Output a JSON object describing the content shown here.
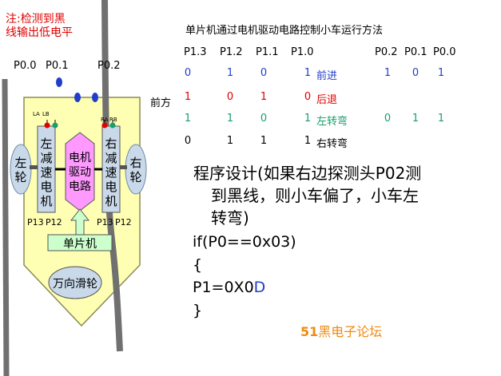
{
  "note": {
    "line1": "注:检测到黑",
    "line2": "线输出低电平"
  },
  "pins": {
    "p00": "P0.0",
    "p01": "P0.1",
    "p02": "P0.2"
  },
  "forward": "前方",
  "robot": {
    "left_wheel": "左轮",
    "right_wheel": "右轮",
    "left_motor": "左减速电机",
    "right_motor": "右减速电机",
    "driver": "电机驱动电路",
    "mcu": "单片机",
    "caster": "万向滑轮",
    "la": "LA",
    "lb": "LB",
    "ra": "RA",
    "rb": "RB",
    "p13_left": "P13",
    "p12_left": "P12",
    "p13_right": "P13",
    "p12_right": "P12"
  },
  "table": {
    "title": "单片机通过电机驱动电路控制小车运行方法",
    "headers": [
      "P1.3",
      "P1.2",
      "P1.1",
      "P1.0",
      "P0.2",
      "P0.1",
      "P0.0"
    ],
    "rows": [
      {
        "p13": "0",
        "p12": "1",
        "p11": "0",
        "p10": "1",
        "action": "前进",
        "p02": "1",
        "p01": "0",
        "p00": "1",
        "color": "#1f3ec9"
      },
      {
        "p13": "1",
        "p12": "0",
        "p11": "1",
        "p10": "0",
        "action": "后退",
        "p02": "",
        "p01": "",
        "p00": "",
        "color": "#e00000"
      },
      {
        "p13": "1",
        "p12": "1",
        "p11": "0",
        "p10": "1",
        "action": "左转弯",
        "p02": "0",
        "p01": "1",
        "p00": "1",
        "color": "#1a9e6a"
      },
      {
        "p13": "0",
        "p12": "1",
        "p11": "1",
        "p10": "1",
        "action": "右转弯",
        "p02": "",
        "p01": "",
        "p00": "",
        "color": "#000000"
      }
    ]
  },
  "program": {
    "line1": "程序设计(如果右边探测头P02测",
    "line2": "到黑线，则小车偏了，小车左",
    "line3": "转弯)",
    "code1": "if(P0==0x03)",
    "code2": "{",
    "code3_a": "P1=0X0",
    "code3_b": "D",
    "code4": "}"
  },
  "brand": {
    "num": "51",
    "text": "黑电子论坛"
  },
  "colors": {
    "chassis": "#ffffb3",
    "chassis_border": "#8a8a55",
    "wheel": "#c9d9ea",
    "driver": "#ff99ff",
    "mcu": "#ccffcc",
    "track": "#707070",
    "blue": "#1f3ec9",
    "red": "#e00000",
    "green": "#1a9e6a",
    "orange": "#f08a10"
  }
}
